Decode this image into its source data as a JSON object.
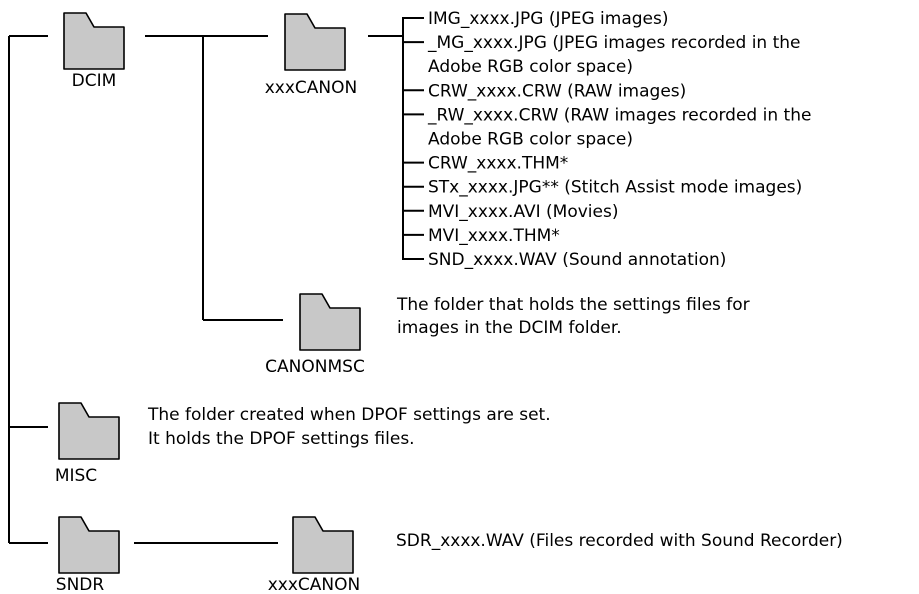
{
  "folders": {
    "dcim": "DCIM",
    "xxxcanon": "xxxCANON",
    "canonmsc": "CANONMSC",
    "misc": "MISC",
    "sndr": "SNDR",
    "sndr_xxxcanon": "xxxCANON"
  },
  "file_list": [
    "IMG_xxxx.JPG (JPEG images)",
    "_MG_xxxx.JPG (JPEG images recorded in the",
    "Adobe RGB color space)",
    "CRW_xxxx.CRW (RAW images)",
    "_RW_xxxx.CRW (RAW images recorded in the",
    "Adobe RGB color space)",
    "CRW_xxxx.THM*",
    "STx_xxxx.JPG** (Stitch Assist mode images)",
    "MVI_xxxx.AVI (Movies)",
    "MVI_xxxx.THM*",
    "SND_xxxx.WAV (Sound annotation)"
  ],
  "descriptions": {
    "canonmsc_line1": "The folder that holds the settings files for",
    "canonmsc_line2": "images in the DCIM folder.",
    "misc_line1": "The folder created when DPOF settings are set.",
    "misc_line2": "It holds the DPOF settings files.",
    "sndr_files": "SDR_xxxx.WAV (Files recorded with Sound Recorder)"
  }
}
